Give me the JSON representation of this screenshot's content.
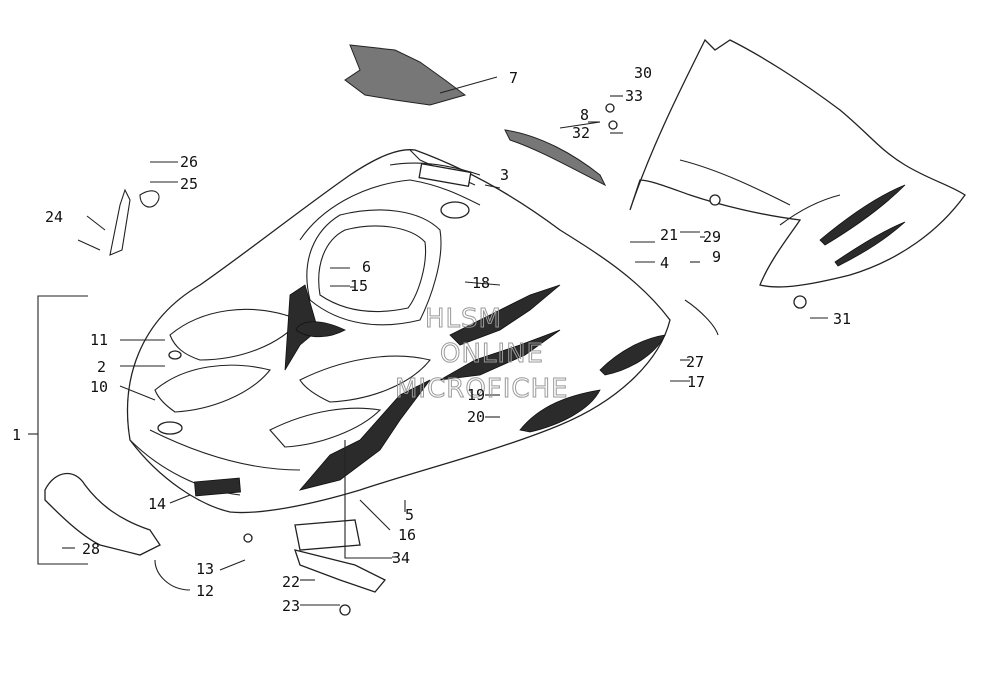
{
  "callouts": [
    {
      "id": "c1",
      "text": "1"
    },
    {
      "id": "c2",
      "text": "2"
    },
    {
      "id": "c3",
      "text": "3"
    },
    {
      "id": "c4",
      "text": "4"
    },
    {
      "id": "c5",
      "text": "5"
    },
    {
      "id": "c6",
      "text": "6"
    },
    {
      "id": "c7",
      "text": "7"
    },
    {
      "id": "c8",
      "text": "8"
    },
    {
      "id": "c9",
      "text": "9"
    },
    {
      "id": "c10",
      "text": "10"
    },
    {
      "id": "c11",
      "text": "11"
    },
    {
      "id": "c12",
      "text": "12"
    },
    {
      "id": "c13",
      "text": "13"
    },
    {
      "id": "c14",
      "text": "14"
    },
    {
      "id": "c15",
      "text": "15"
    },
    {
      "id": "c16",
      "text": "16"
    },
    {
      "id": "c17",
      "text": "17"
    },
    {
      "id": "c18",
      "text": "18"
    },
    {
      "id": "c19",
      "text": "19"
    },
    {
      "id": "c20",
      "text": "20"
    },
    {
      "id": "c21",
      "text": "21"
    },
    {
      "id": "c22",
      "text": "22"
    },
    {
      "id": "c23",
      "text": "23"
    },
    {
      "id": "c24",
      "text": "24"
    },
    {
      "id": "c25",
      "text": "25"
    },
    {
      "id": "c26",
      "text": "26"
    },
    {
      "id": "c27",
      "text": "27"
    },
    {
      "id": "c28",
      "text": "28"
    },
    {
      "id": "c29",
      "text": "29"
    },
    {
      "id": "c30",
      "text": "30"
    },
    {
      "id": "c31",
      "text": "31"
    },
    {
      "id": "c32",
      "text": "32"
    },
    {
      "id": "c33",
      "text": "33"
    },
    {
      "id": "c34",
      "text": "34"
    }
  ],
  "watermark": {
    "line1": "HLSM",
    "line2": "ONLINE",
    "line3": "MICROFICHE"
  }
}
